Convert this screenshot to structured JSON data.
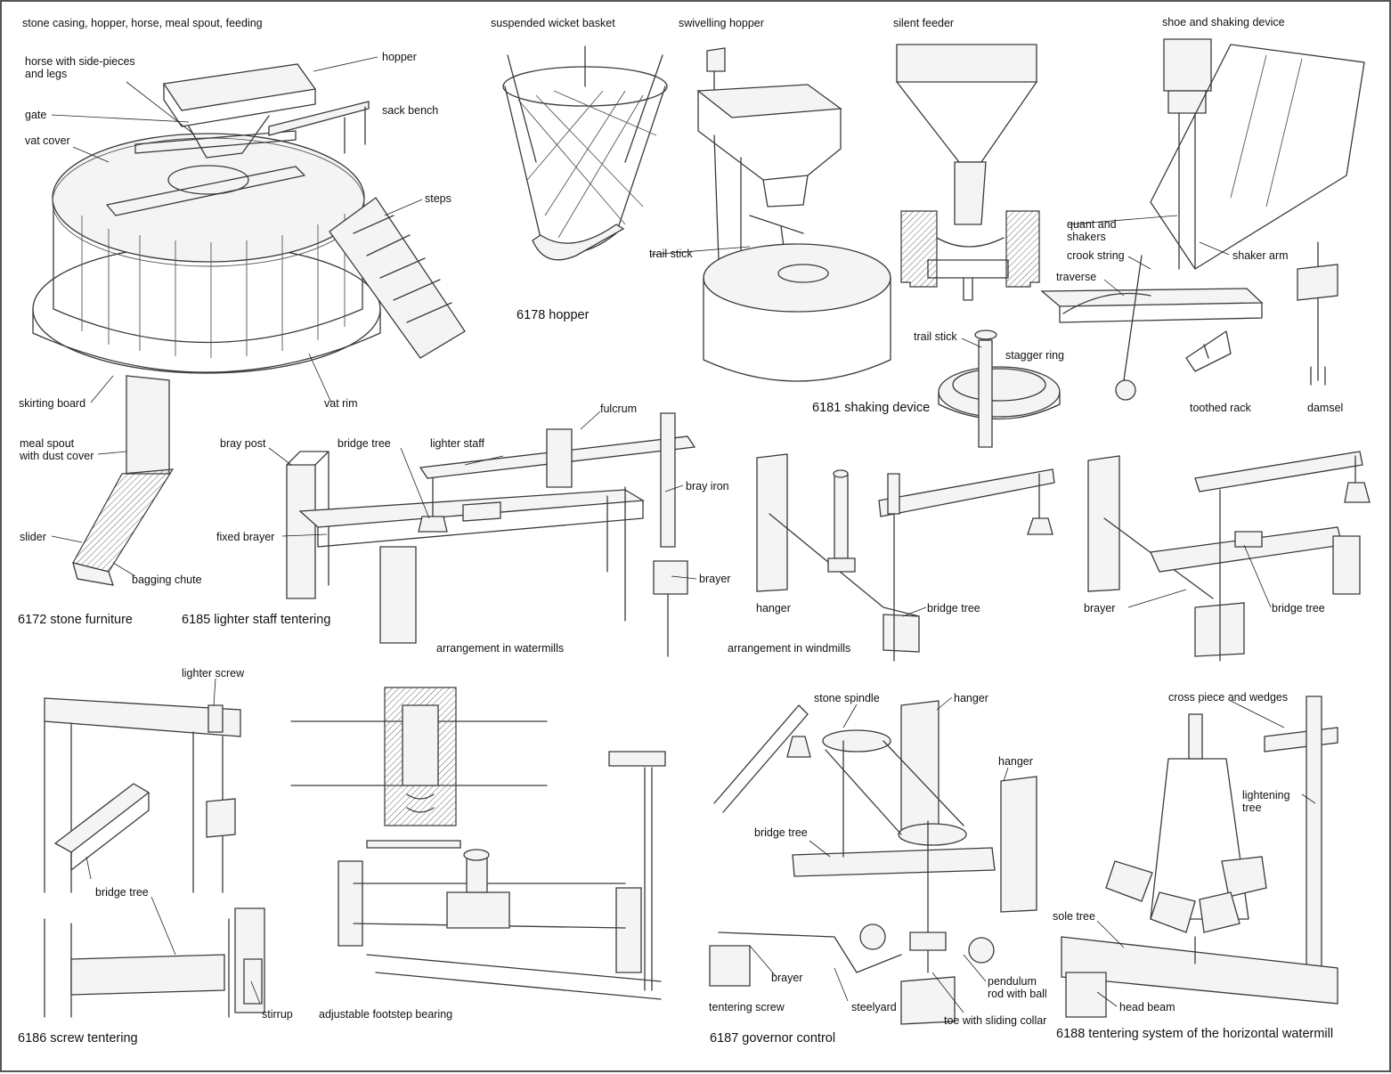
{
  "labels": {
    "stone_furniture_title": "stone casing, hopper, horse, meal spout, feeding",
    "hopper": "hopper",
    "horse": "horse with side-pieces\nand legs",
    "sack_bench": "sack bench",
    "gate": "gate",
    "vat_cover": "vat cover",
    "steps": "steps",
    "skirting_board": "skirting board",
    "vat_rim": "vat rim",
    "meal_spout": "meal spout\nwith dust cover",
    "slider": "slider",
    "bagging_chute": "bagging chute",
    "suspended_wicket_basket": "suspended wicket basket",
    "swivelling_hopper": "swivelling hopper",
    "trail_stick_hopper": "trail stick",
    "silent_feeder": "silent feeder",
    "trail_stick_feeder": "trail stick",
    "stagger_ring": "stagger ring",
    "shoe_and_shaking_device": "shoe and shaking device",
    "quant_and_shakers": "quant and\nshakers",
    "crook_string": "crook string",
    "shaker_arm": "shaker arm",
    "traverse": "traverse",
    "toothed_rack": "toothed rack",
    "damsel": "damsel",
    "fulcrum": "fulcrum",
    "bray_post": "bray post",
    "bridge_tree_6185": "bridge tree",
    "lighter_staff": "lighter staff",
    "bray_iron": "bray iron",
    "fixed_brayer": "fixed brayer",
    "brayer_6185": "brayer",
    "hanger_wind": "hanger",
    "bridge_tree_wind": "bridge tree",
    "arrangement_watermills": "arrangement in watermills",
    "arrangement_windmills": "arrangement in windmills",
    "brayer_right": "brayer",
    "bridge_tree_right": "bridge tree",
    "lighter_screw": "lighter screw",
    "bridge_tree_6186": "bridge tree",
    "stirrup": "stirrup",
    "adjustable_footstep_bearing": "adjustable footstep bearing",
    "stone_spindle": "stone spindle",
    "hanger_6187_a": "hanger",
    "hanger_6187_b": "hanger",
    "bridge_tree_6187": "bridge tree",
    "brayer_6187": "brayer",
    "tentering_screw": "tentering screw",
    "steelyard": "steelyard",
    "pendulum": "pendulum\nrod with ball",
    "toe_with_sliding_collar": "toe with sliding collar",
    "cross_piece_and_wedges": "cross piece and wedges",
    "lightening_tree": "lightening\ntree",
    "sole_tree": "sole tree",
    "head_beam": "head beam"
  },
  "captions": {
    "fig_6172": "6172 stone furniture",
    "fig_6178": "6178 hopper",
    "fig_6181": "6181 shaking device",
    "fig_6185": "6185 lighter staff tentering",
    "fig_6186": "6186 screw tentering",
    "fig_6187": "6187 governor control",
    "fig_6188": "6188 tentering system of the horizontal watermill"
  }
}
